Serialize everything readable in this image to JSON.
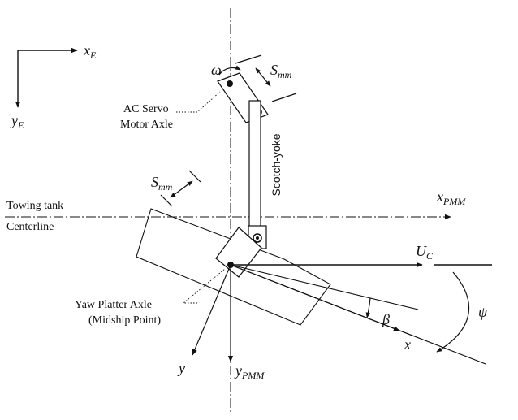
{
  "frame_E": {
    "x_label": "x",
    "x_sub": "E",
    "y_label": "y",
    "y_sub": "E"
  },
  "servo": {
    "omega": "ω",
    "label_line1": "AC Servo",
    "label_line2": "Motor Axle"
  },
  "stroke_top": {
    "label": "S",
    "sub": "mm"
  },
  "stroke_left": {
    "label": "S",
    "sub": "mm"
  },
  "yoke": {
    "label": "Scotch-yoke"
  },
  "tank": {
    "label_line1": "Towing tank",
    "label_line2": "Centerline",
    "xpmm_label": "x",
    "xpmm_sub": "PMM",
    "ypmm_label": "y",
    "ypmm_sub": "PMM"
  },
  "flow": {
    "label": "U",
    "sub": "C"
  },
  "yaw_axle": {
    "label_line1": "Yaw Platter Axle",
    "label_line2": "(Midship Point)"
  },
  "body_axes": {
    "x_label": "x",
    "y_label": "y"
  },
  "angles": {
    "beta": "β",
    "psi": "ψ"
  },
  "colors": {
    "ink": "#111111",
    "background": "#ffffff"
  }
}
